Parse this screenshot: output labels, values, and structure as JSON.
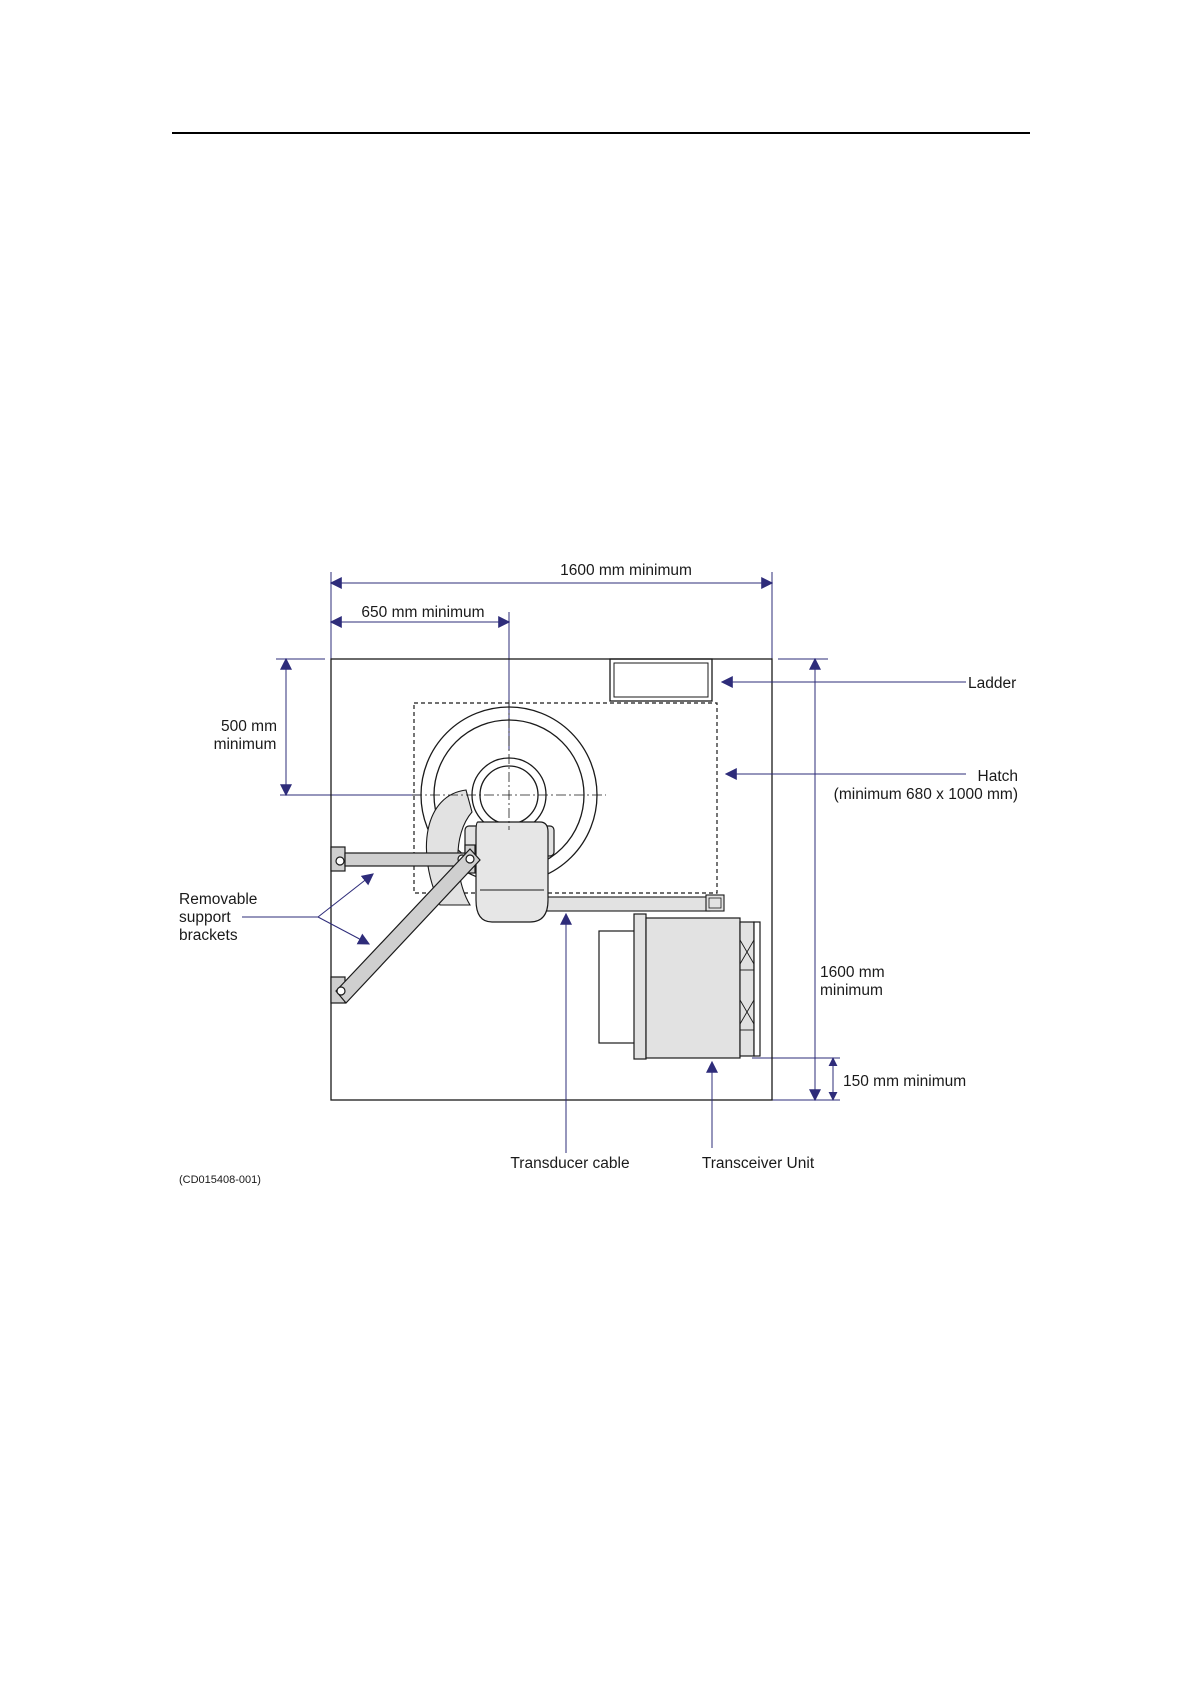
{
  "diagram": {
    "dimensions": {
      "width_total": "1600 mm minimum",
      "width_to_center": "650 mm minimum",
      "depth_to_center_line1": "500 mm",
      "depth_to_center_line2": "minimum",
      "height_total_line1": "1600 mm",
      "height_total_line2": "minimum",
      "bottom_gap": "150 mm minimum"
    },
    "callouts": {
      "ladder": "Ladder",
      "hatch_line1": "Hatch",
      "hatch_line2": "(minimum 680 x 1000 mm)",
      "brackets_line1": "Removable",
      "brackets_line2": "support",
      "brackets_line3": "brackets",
      "transducer_cable": "Transducer cable",
      "transceiver_unit": "Transceiver Unit"
    },
    "figure_code": "(CD015408-001)"
  },
  "colors": {
    "dimension_line": "#2e2c7a",
    "outline": "#1a1a1a",
    "component_fill": "#e2e2e2",
    "bracket_fill": "#cfcfcf"
  }
}
